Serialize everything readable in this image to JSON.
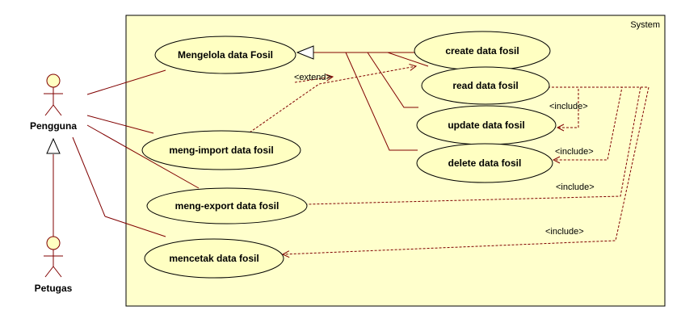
{
  "system": {
    "label": "System"
  },
  "actors": {
    "pengguna": "Pengguna",
    "petugas": "Petugas"
  },
  "use_cases": {
    "mengelola": "Mengelola data Fosil",
    "import": "meng-import data fosil",
    "export": "meng-export data fosil",
    "mencetak": "mencetak data fosil",
    "create": "create data fosil",
    "read": "read data fosil",
    "update": "update data fosil",
    "delete": "delete data fosil"
  },
  "stereotypes": {
    "extend": "<extend>",
    "include_update": "<include>",
    "include_delete": "<include>",
    "include_export": "<include>",
    "include_mencetak": "<include>"
  },
  "colors": {
    "system_fill": "#ffffcc",
    "usecase_fill": "#ffffc2",
    "line": "#800000",
    "border": "#000000"
  }
}
